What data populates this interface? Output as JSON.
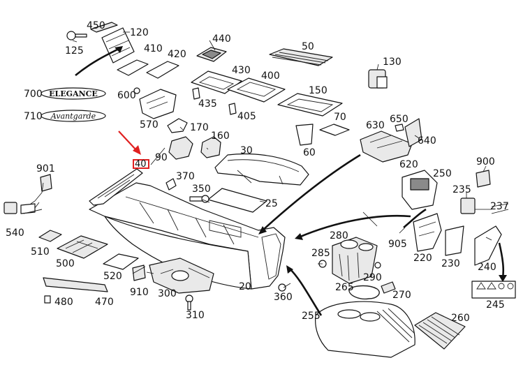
{
  "accent_color": "#e02020",
  "highlighted_part": "40",
  "badges": {
    "elegance": "ELEGANCE",
    "avantgarde": "Avantgarde"
  },
  "callouts": {
    "p20": "20",
    "p25": "25",
    "p30": "30",
    "p40": "40",
    "p50": "50",
    "p60": "60",
    "p70": "70",
    "p90": "90",
    "p120": "120",
    "p125": "125",
    "p130": "130",
    "p150": "150",
    "p160": "160",
    "p170": "170",
    "p220": "220",
    "p230": "230",
    "p235": "235",
    "p237": "237",
    "p240": "240",
    "p245": "245",
    "p250": "250",
    "p255": "255",
    "p260": "260",
    "p265": "265",
    "p270": "270",
    "p280": "280",
    "p285": "285",
    "p290": "290",
    "p300": "300",
    "p310": "310",
    "p350": "350",
    "p360": "360",
    "p370": "370",
    "p400": "400",
    "p405": "405",
    "p410": "410",
    "p420": "420",
    "p430": "430",
    "p435": "435",
    "p440": "440",
    "p450": "450",
    "p470": "470",
    "p480": "480",
    "p500": "500",
    "p510": "510",
    "p520": "520",
    "p540": "540",
    "p570": "570",
    "p600": "600",
    "p620": "620",
    "p630": "630",
    "p640": "640",
    "p650": "650",
    "p700": "700",
    "p710": "710",
    "p900": "900",
    "p901": "901",
    "p905": "905",
    "p910": "910"
  }
}
